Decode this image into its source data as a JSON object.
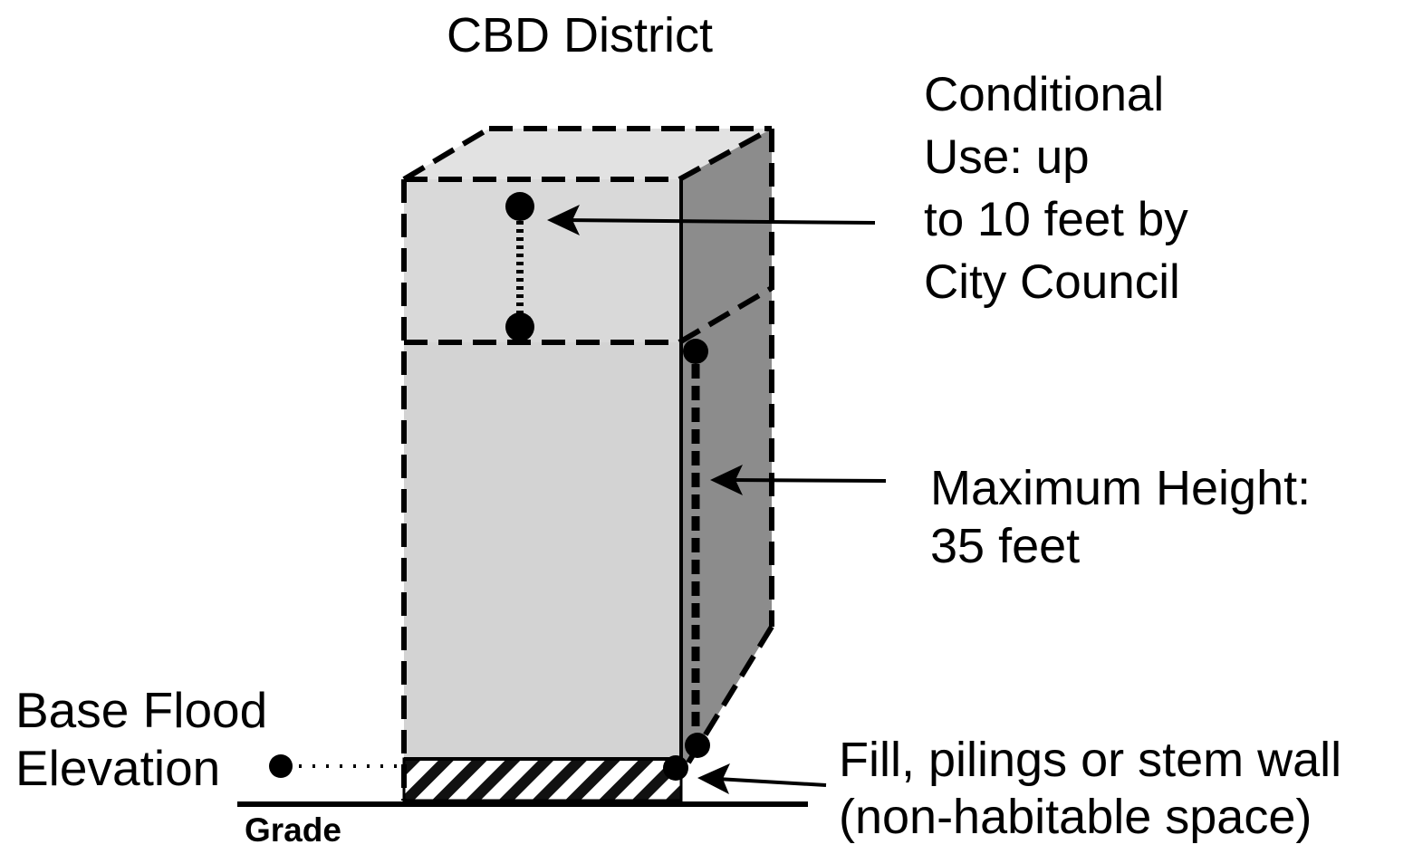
{
  "title": "CBD District",
  "labels": {
    "conditional_use": [
      "Conditional",
      "Use: up",
      "to 10 feet by",
      "City Council"
    ],
    "maximum_height": [
      "Maximum Height:",
      "35 feet"
    ],
    "base_flood_elevation": [
      "Base Flood",
      "Elevation"
    ],
    "fill": [
      "Fill, pilings or stem wall",
      "(non-habitable space)"
    ],
    "grade": "Grade"
  },
  "colors": {
    "front_face": "#d6d6d6",
    "top_face": "#e2e2e2",
    "side_face": "#8c8c8c",
    "ink": "#000000"
  }
}
